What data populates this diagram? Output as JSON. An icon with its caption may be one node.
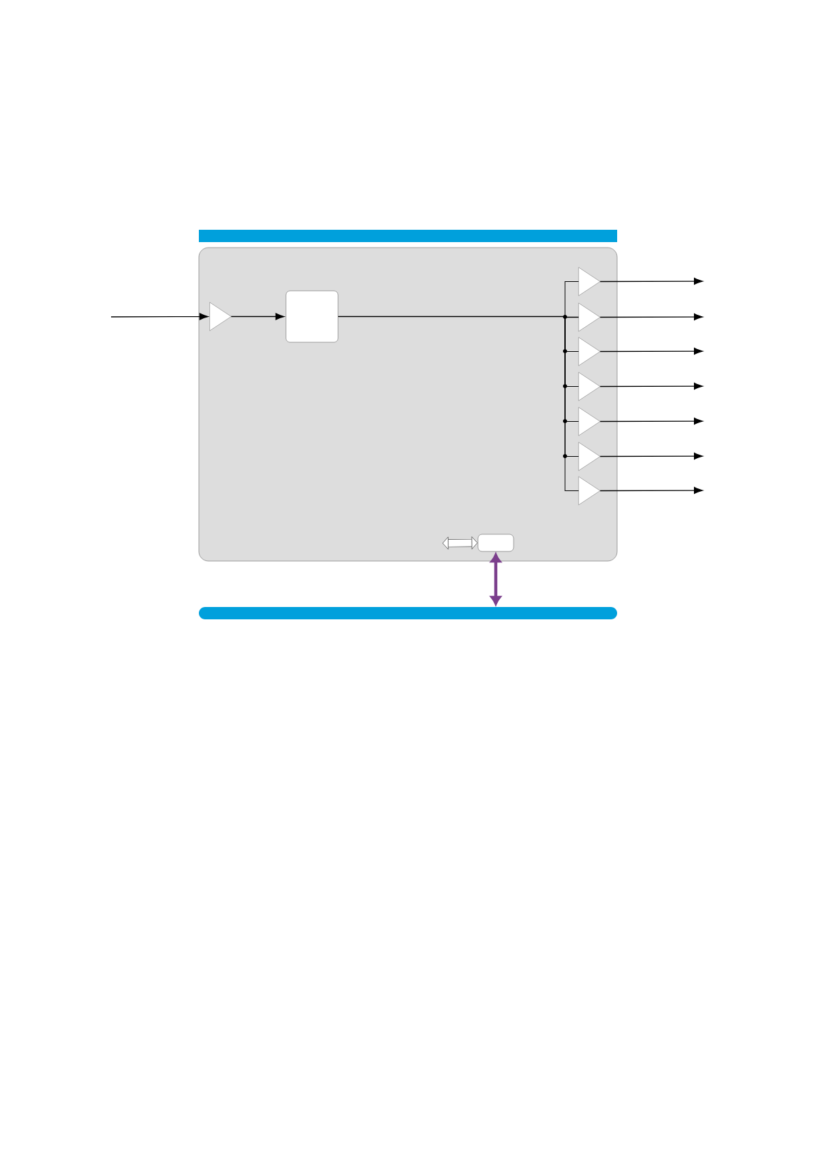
{
  "diagram": {
    "nodes": [
      {
        "text": [],
        "shape": "bar"
      },
      {
        "text": [],
        "shape": "box"
      },
      {
        "text": [],
        "shape": "triangle",
        "in": 1
      },
      {
        "text": [],
        "shape": "box",
        "in": 1
      },
      {
        "text": [],
        "shape": "triangle",
        "in": 1
      },
      {
        "text": [],
        "shape": "triangle",
        "in": 1
      },
      {
        "text": [],
        "shape": "triangle",
        "in": 1
      },
      {
        "text": [],
        "shape": "triangle",
        "in": 1
      },
      {
        "text": [],
        "shape": "triangle",
        "in": 1
      },
      {
        "text": [],
        "shape": "triangle",
        "in": 1
      },
      {
        "text": [],
        "shape": "triangle",
        "in": 1
      },
      {
        "text": [],
        "shape": "box",
        "in": 1
      },
      {
        "text": [],
        "shape": "bar"
      }
    ],
    "edges": [
      {
        "from": null,
        "to": 2,
        "arrow": "to"
      },
      {
        "from": 2,
        "to": 3,
        "arrow": "to"
      },
      {
        "from": 3,
        "to": 4,
        "arrow": "none"
      },
      {
        "from": 3,
        "to": 5,
        "arrow": "none"
      },
      {
        "from": 3,
        "to": 6,
        "arrow": "none"
      },
      {
        "from": 3,
        "to": 7,
        "arrow": "none"
      },
      {
        "from": 3,
        "to": 8,
        "arrow": "none"
      },
      {
        "from": 3,
        "to": 9,
        "arrow": "none"
      },
      {
        "from": 3,
        "to": 10,
        "arrow": "none"
      },
      {
        "from": 4,
        "to": null,
        "arrow": "to"
      },
      {
        "from": 5,
        "to": null,
        "arrow": "to"
      },
      {
        "from": 6,
        "to": null,
        "arrow": "to"
      },
      {
        "from": 7,
        "to": null,
        "arrow": "to"
      },
      {
        "from": 8,
        "to": null,
        "arrow": "to"
      },
      {
        "from": 9,
        "to": null,
        "arrow": "to"
      },
      {
        "from": 10,
        "to": null,
        "arrow": "to"
      },
      {
        "from": null,
        "to": 11,
        "arrow": "both",
        "style": "thick"
      },
      {
        "from": 11,
        "to": 12,
        "arrow": "both",
        "style": "thick",
        "color": "#7b3f8c"
      }
    ]
  }
}
